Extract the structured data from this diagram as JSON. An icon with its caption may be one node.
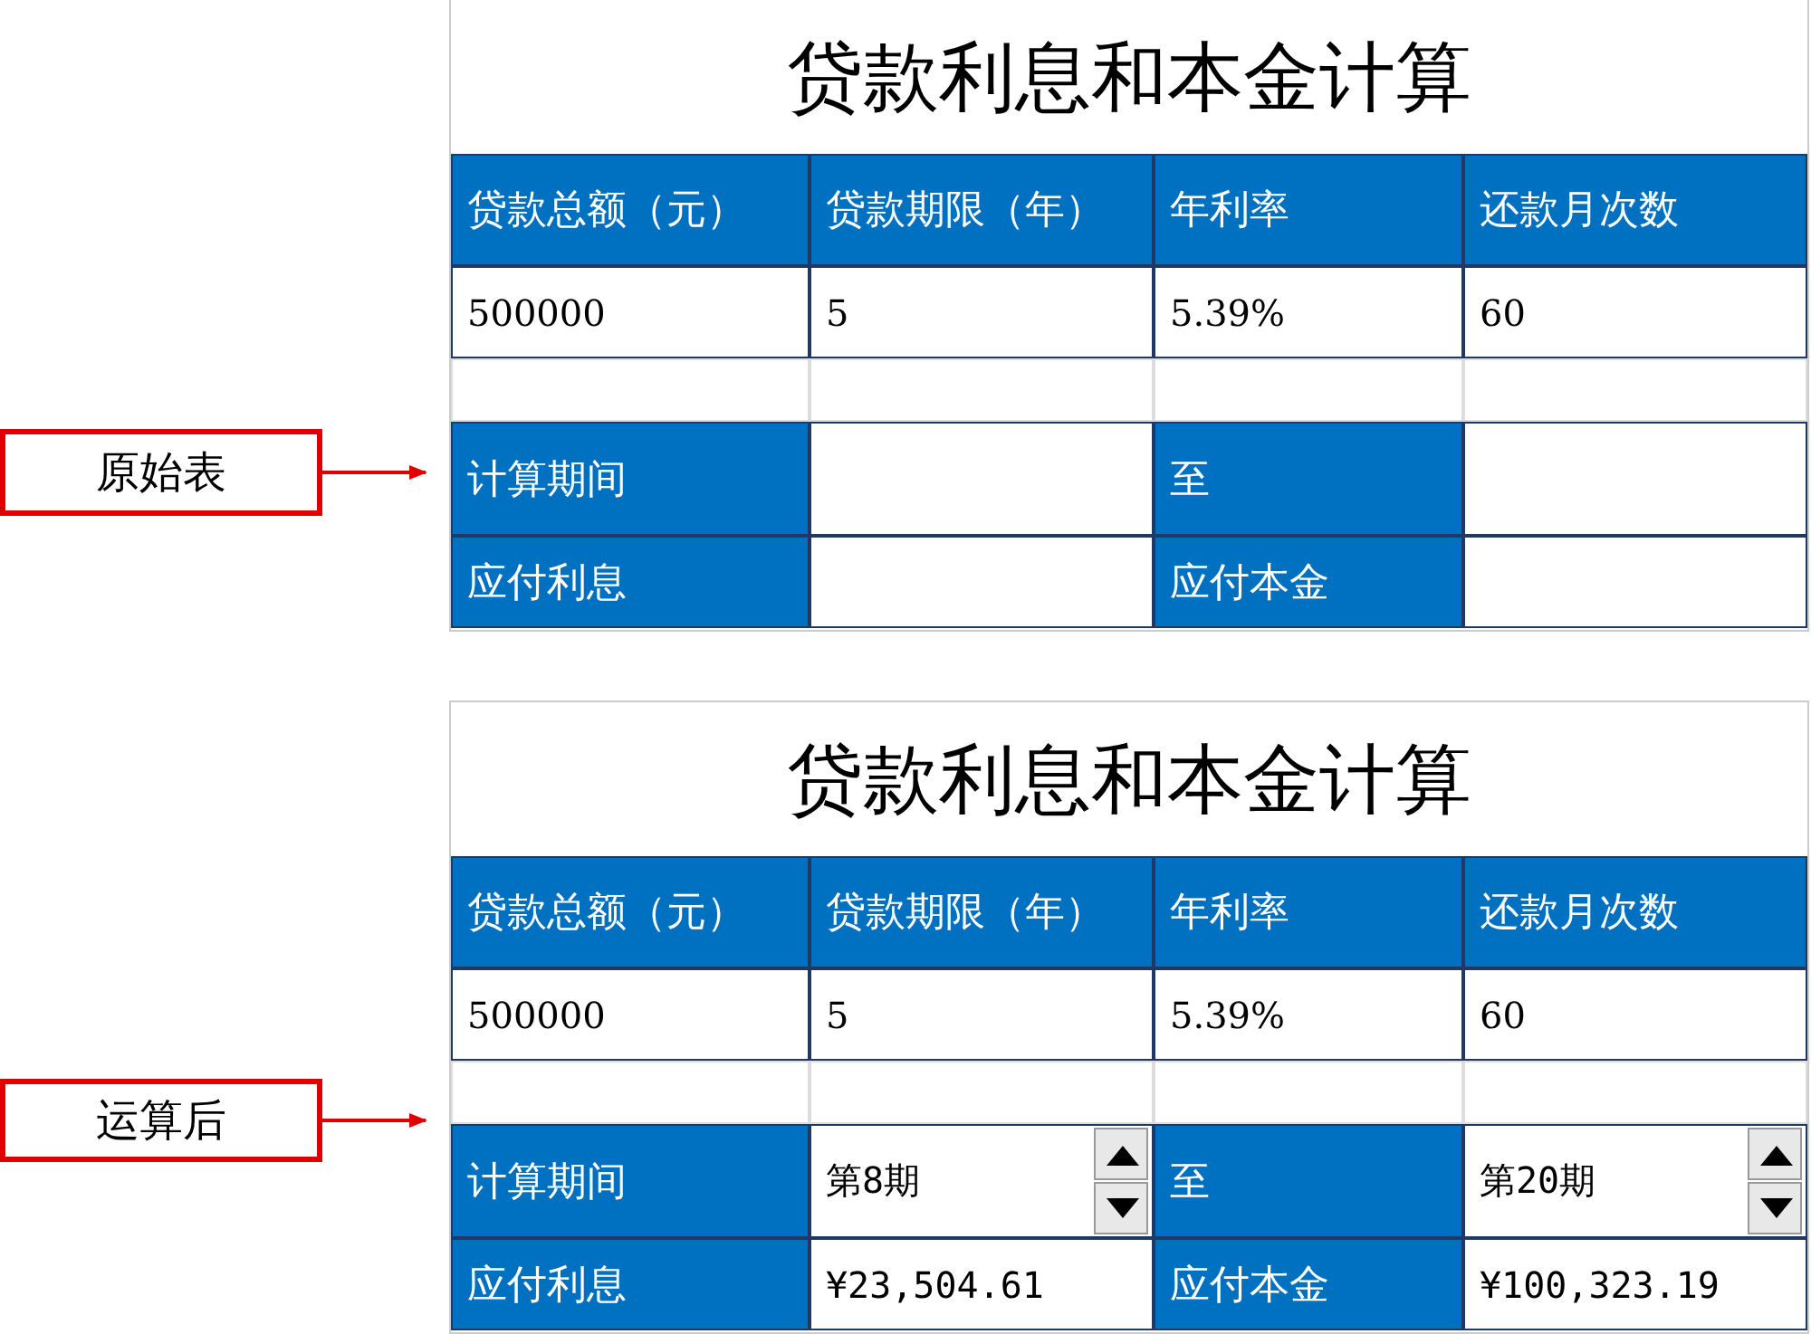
{
  "diagram": {
    "nodes": [
      {
        "text": [
          "原始表"
        ]
      },
      {
        "text": [
          "贷款利息和本金计算"
        ]
      },
      {
        "text": [
          "运算后"
        ]
      },
      {
        "text": [
          "贷款利息和本金计算"
        ]
      }
    ],
    "edges": [
      {
        "from": 0,
        "to": 1,
        "arrow": "to"
      },
      {
        "from": 2,
        "to": 3,
        "arrow": "to"
      }
    ],
    "labels": [
      "贷款总额（元）",
      "贷款期限（年）",
      "年利率",
      "还款月次数",
      "500000",
      "5",
      "5.39%",
      "60",
      "计算期间",
      "至",
      "应付利息",
      "应付本金",
      "贷款总额（元）",
      "贷款期限（年）",
      "年利率",
      "还款月次数",
      "500000",
      "5",
      "5.39%",
      "60",
      "计算期间",
      "第8期",
      "至",
      "第20期",
      "应付利息",
      "¥23,504.61",
      "应付本金",
      "¥100,323.19"
    ]
  }
}
